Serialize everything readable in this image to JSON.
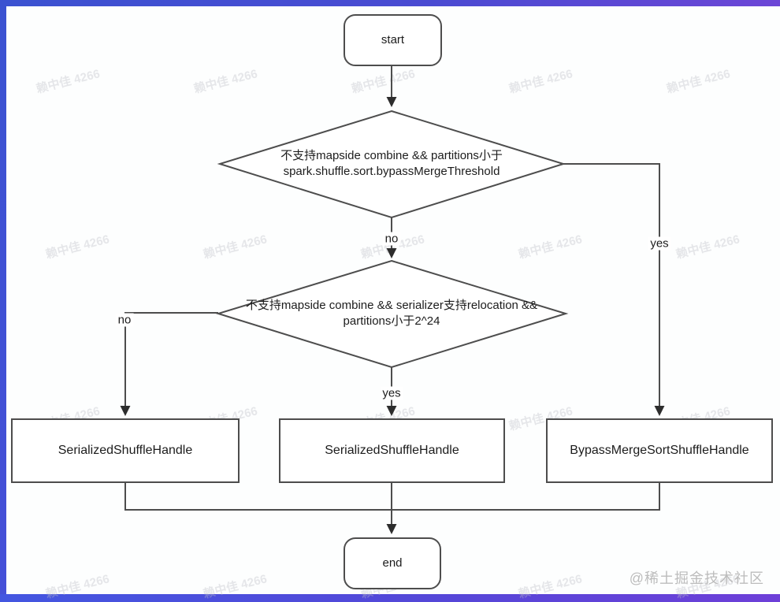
{
  "diagram": {
    "nodes": {
      "start": {
        "label": "start"
      },
      "decision1": {
        "line1": "不支持mapside combine &&  partitions小于",
        "line2": "spark.shuffle.sort.bypassMergeThreshold"
      },
      "decision2": {
        "line1": "不支持mapside combine &&  serializer支持relocation &&",
        "line2": "partitions小于2^24"
      },
      "box_left": {
        "label": "SerializedShuffleHandle"
      },
      "box_center": {
        "label": "SerializedShuffleHandle"
      },
      "box_right": {
        "label": "BypassMergeSortShuffleHandle"
      },
      "end": {
        "label": "end"
      }
    },
    "edges": {
      "decision1_no": "no",
      "decision1_yes": "yes",
      "decision2_no": "no",
      "decision2_yes": "yes"
    }
  },
  "watermark": {
    "text": "赖中佳 4266"
  },
  "credit": {
    "text": "@稀土掘金技术社区"
  },
  "colors": {
    "frame_blue": "#3b52d1",
    "frame_purple": "#6c46d6",
    "shape_stroke": "#4d4d4d",
    "text": "#1c1c1c",
    "watermark": "#bdc1c7",
    "credit": "#bcbcbc"
  }
}
